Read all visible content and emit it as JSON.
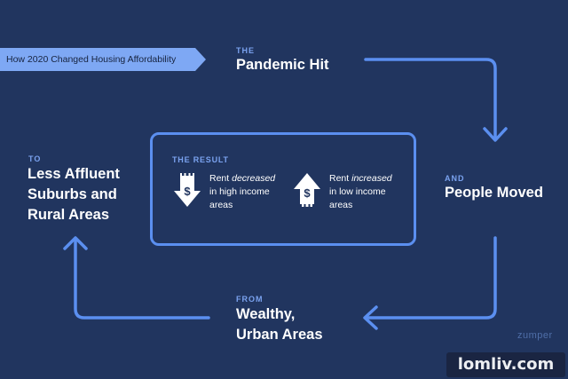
{
  "banner": {
    "text": "How 2020 Changed Housing Affordability"
  },
  "steps": {
    "pandemic": {
      "prefix": "THE",
      "title": "Pandemic Hit"
    },
    "moved": {
      "prefix": "AND",
      "title": "People Moved"
    },
    "from": {
      "prefix": "FROM",
      "line1": "Wealthy,",
      "line2": "Urban Areas"
    },
    "to": {
      "prefix": "TO",
      "line1": "Less Affluent",
      "line2": "Suburbs and",
      "line3": "Rural Areas"
    }
  },
  "result": {
    "title": "THE RESULT",
    "decreased": {
      "pre": "Rent ",
      "em": "decreased",
      "line2": "in high income",
      "line3": "areas"
    },
    "increased": {
      "pre": "Rent ",
      "em": "increased",
      "line2": "in low income",
      "line3": "areas"
    }
  },
  "icons": {
    "down": "down-arrow-dollar-icon",
    "up": "up-arrow-dollar-icon",
    "dollar": "$"
  },
  "brand": "zumper",
  "watermark": "lomliv.com",
  "colors": {
    "background": "#21355f",
    "accent": "#5b8ff0",
    "label": "#7aa2ef",
    "banner": "#7ea8f4"
  }
}
